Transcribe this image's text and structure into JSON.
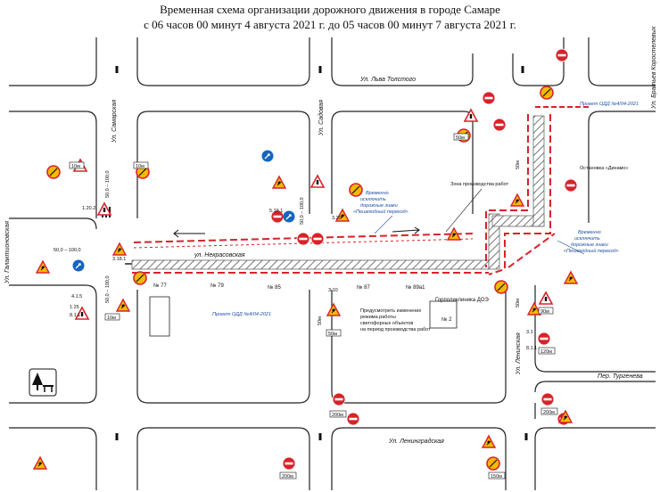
{
  "title": {
    "line1": "Временная схема организации дорожного движения в городе Самаре",
    "line2": "с 06 часов 00 минут 4 августа 2021 г. до 05 часов 00 минут 7 августа 2021 г."
  },
  "streets": {
    "lva_tolstogo": "Ул. Льва Толстого",
    "samarskaya": "Ул. Самарская",
    "sadovaya": "Ул. Садовая",
    "nekrasovskaya": "ул. Некрасовская",
    "galaktionovskaya": "Ул. Галактионовская",
    "leninskaya": "Ул. Ленинская",
    "leningradskaya": "Ул. Ленинградская",
    "turgeneva": "Пер. Тургенева",
    "bratev_korostelevykh": "Ул. Братьев Коростелевых"
  },
  "notes": {
    "work_zone": "Зона производства работ",
    "proekt_odd_top": "Проект ОДД №4/04-2021",
    "proekt_odd_bottom": "Проект ОДД №4/04-2021",
    "temporary_left": [
      "Временно",
      "исключить",
      "дорожные знаки",
      "«Пешеходный переход»"
    ],
    "temporary_right": [
      "Временно",
      "исключить",
      "дорожные знаки",
      "«Пешеходный переход»"
    ],
    "stop_dinamo": "Остановка «Динамо»",
    "bottom_note": [
      "Предусмотреть изменение",
      "режима работы",
      "светофорных объектов",
      "на период производства работ"
    ]
  },
  "buildings": {
    "n77": "№ 77",
    "n79": "№ 79",
    "n85": "№ 85",
    "n87": "№ 87",
    "n89": "№ 89а1",
    "gorpoliklinika": "Горполиклиника ДОЭ",
    "n2": "№ 2"
  },
  "distances": {
    "d_50_100_a": "50,0 – 100,0",
    "d_50_100_b": "50,0 – 100,0",
    "d_50_100_c": "50,0 – 100,0",
    "d_50_100_d": "50,0 – 100,0",
    "d_50m_a": "50м",
    "d_50m_b": "50м",
    "d_50m_c": "50м"
  },
  "plates": {
    "p10m_a": "10м",
    "p10m_b": "10м",
    "p10m_c": "10м",
    "p50m_a": "50м",
    "p50m_b": "50м",
    "p90m": "90м",
    "p120m": "120м",
    "p200m_a": "200м",
    "p200m_b": "200м",
    "p200m_c": "200м",
    "p150m": "150м"
  },
  "sign_codes": {
    "c125": "1.25",
    "c3_1": "3.1",
    "c8_1_1": "8.1.1",
    "c3_10": "3.10",
    "c4_1_5": "4.1.5",
    "c3_18_1": "3.18.1",
    "c5_19_1": "5.19.1",
    "c3_20": "3.20",
    "c1_20_2": "1.20.2"
  },
  "colors": {
    "road_line": "#222222",
    "work_zone_red": "#d8232a",
    "fence_grey": "#888888",
    "note_blue": "#1f4fa8",
    "sign_yellow": "#f5b800",
    "sign_blue": "#1565c0"
  }
}
